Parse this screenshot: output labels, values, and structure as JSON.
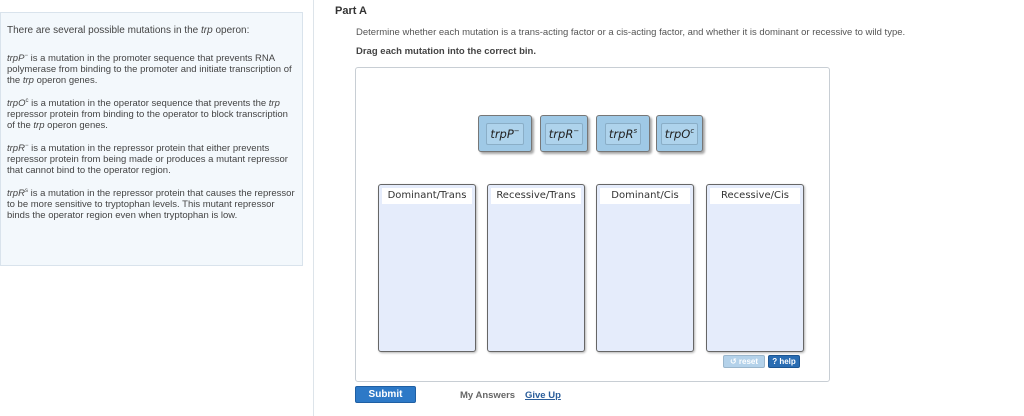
{
  "left_panel": {
    "intro_before": "There are several possible mutations in the ",
    "intro_italic": "trp",
    "intro_after": " operon:",
    "items": [
      {
        "name_base": "trpP",
        "name_sup": "−",
        "text_1": " is a mutation in the promoter sequence that prevents RNA polymerase from binding to the promoter and initiate transcription of the ",
        "italic": "trp",
        "text_2": " operon genes."
      },
      {
        "name_base": "trpO",
        "name_sup": "c",
        "text_1": " is a mutation in the operator sequence that prevents the ",
        "italic": "trp",
        "text_2": " repressor protein from binding to the operator to block transcription of the ",
        "italic_2": "trp",
        "text_3": " operon genes."
      },
      {
        "name_base": "trpR",
        "name_sup": "−",
        "text_1": " is a mutation in the repressor protein that either prevents repressor protein from being made or produces a mutant repressor that cannot bind to the operator region."
      },
      {
        "name_base": "trpR",
        "name_sup": "s",
        "text_1": " is a mutation in the repressor protein that causes the repressor to be more sensitive to tryptophan levels. This mutant repressor binds the operator region even when tryptophan is low."
      }
    ]
  },
  "part": {
    "title": "Part A",
    "question": "Determine whether each mutation is a trans-acting factor or a cis-acting factor, and whether it is dominant or recessive to wild type.",
    "instruction": "Drag each mutation into the correct bin."
  },
  "tokens": [
    {
      "base": "trpP",
      "sup": "−"
    },
    {
      "base": "trpR",
      "sup": "−"
    },
    {
      "base": "trpR",
      "sup": "s"
    },
    {
      "base": "trpO",
      "sup": "c"
    }
  ],
  "bins": [
    {
      "label": "Dominant/Trans"
    },
    {
      "label": "Recessive/Trans"
    },
    {
      "label": "Dominant/Cis"
    },
    {
      "label": "Recessive/Cis"
    }
  ],
  "controls": {
    "reset_label": "↺ reset",
    "help_label": "? help",
    "submit_label": "Submit",
    "my_answers_label": "My Answers",
    "give_up_label": "Give Up"
  },
  "colors": {
    "token_bg": "#9fc9e6",
    "bin_bg": "#e5ecfb",
    "submit_bg": "#2d79c7",
    "help_bg": "#2a6db3",
    "reset_bg": "#b4d2ea",
    "panel_bg": "#f3f8fc"
  }
}
